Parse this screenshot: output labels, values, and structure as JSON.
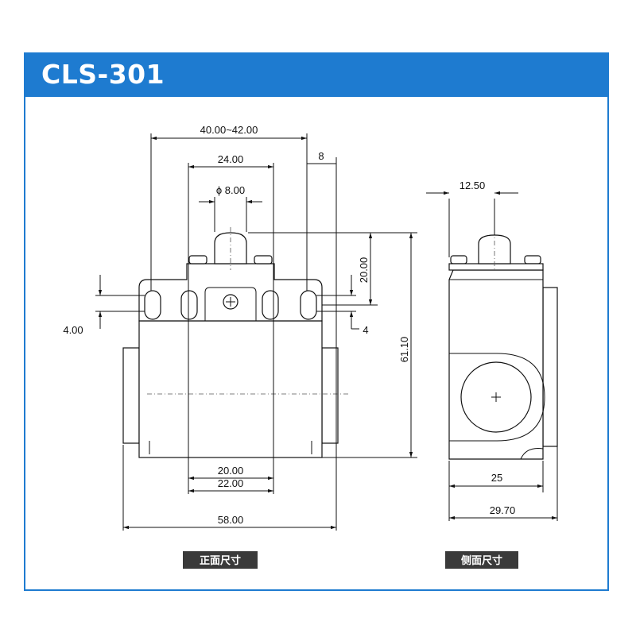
{
  "title": "CLS-301",
  "front_view": {
    "caption": "正面尺寸",
    "dim_overall_hole_span": "40.00~42.00",
    "dim_top_width": "24.00",
    "dim_plunger_dia": "ϕ 8.00",
    "dim_edge_offset": "8",
    "dim_plunger_height": "20.00",
    "dim_total_height": "61.10",
    "dim_slot_left": "4.00",
    "dim_slot_right": "4",
    "dim_bottom_inner": "20.00",
    "dim_bottom_outer": "22.00",
    "dim_total_width": "58.00"
  },
  "side_view": {
    "caption": "侧面尺寸",
    "dim_plunger_offset": "12.50",
    "dim_body_depth": "25",
    "dim_total_depth": "29.70"
  },
  "colors": {
    "frame_blue": "#1e7bd0",
    "caption_bg": "#3a3a3a"
  }
}
